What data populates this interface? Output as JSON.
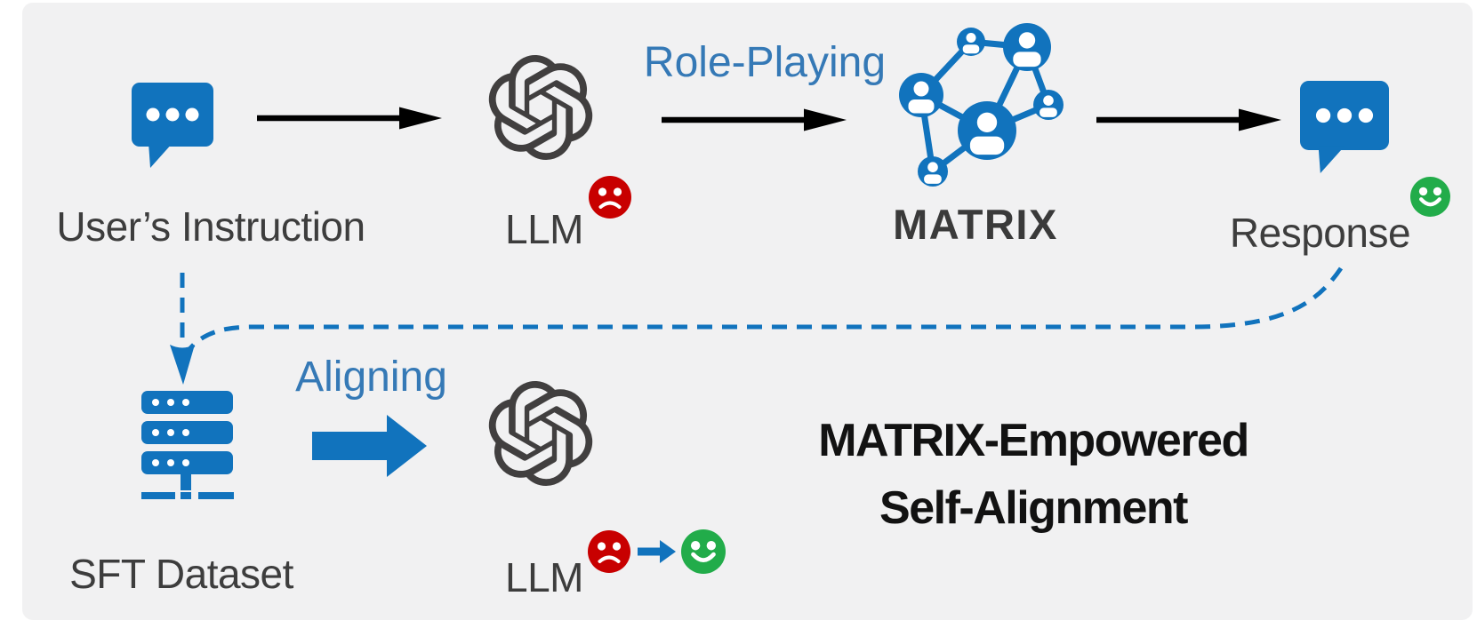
{
  "panel": {
    "bg": "#F1F1F2"
  },
  "top_flow": {
    "user_instruction_label": "User’s Instruction",
    "llm_label": "LLM",
    "role_playing_label": "Role-Playing",
    "matrix_label": "MATRIX",
    "response_label": "Response"
  },
  "bottom_flow": {
    "sft_dataset_label": "SFT Dataset",
    "aligning_label": "Aligning",
    "llm_label": "LLM"
  },
  "title": {
    "line1": "MATRIX-Empowered",
    "line2": "Self-Alignment"
  },
  "icons": {
    "user_instruction": "chat-bubble-icon",
    "llm": "openai-logo-icon",
    "matrix": "agent-network-icon",
    "response": "chat-bubble-icon",
    "sft_dataset": "database-server-icon",
    "bad_state": "sad-face-icon",
    "good_state": "happy-face-icon"
  },
  "colors": {
    "icon_blue": "#1173BD",
    "text_blue": "#3579B6",
    "label_gray": "#3D3D3D",
    "title_black": "#121212",
    "sad_red": "#C80000",
    "happy_green": "#22AC4A",
    "arrow_black": "#000000",
    "panel_bg": "#F1F1F2"
  }
}
